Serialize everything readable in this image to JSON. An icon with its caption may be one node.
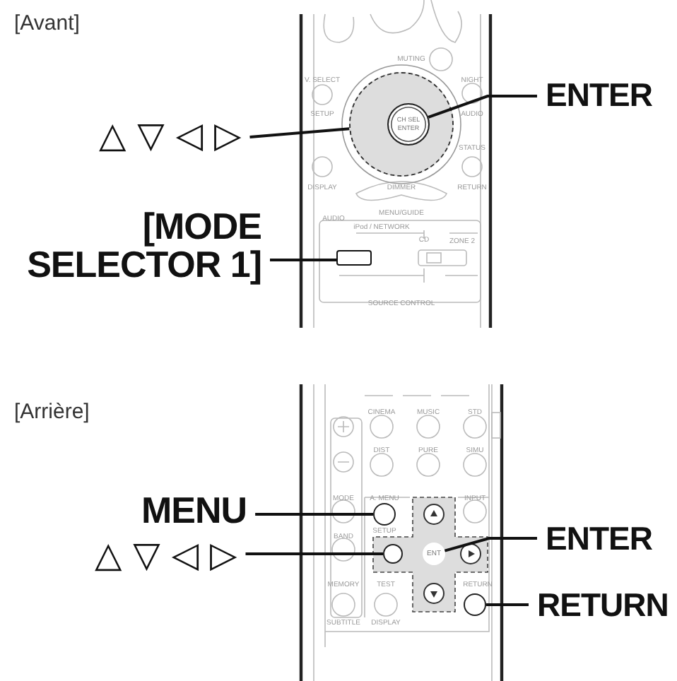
{
  "diagram": {
    "nodes": [
      {
        "text": [
          "△ ▽ ◁ ▷"
        ]
      },
      {
        "text": [],
        "shape": "circle"
      },
      {
        "text": [
          "ENTER"
        ]
      },
      {
        "text": [
          "CH SEL ENTER"
        ],
        "in": 1
      },
      {
        "text": [
          "[MODE SELECTOR 1]"
        ]
      },
      {
        "text": [],
        "shape": "box"
      },
      {
        "text": [
          "MENU"
        ]
      },
      {
        "text": [],
        "shape": "circle",
        "beside": [
          "A. MENU",
          "SETUP"
        ]
      },
      {
        "text": [
          "△ ▽ ◁ ▷"
        ]
      },
      {
        "text": [],
        "shape": "circle"
      },
      {
        "text": [
          "ENTER"
        ]
      },
      {
        "text": [
          "ENT"
        ]
      },
      {
        "text": [
          "RETURN"
        ]
      },
      {
        "text": [],
        "shape": "circle",
        "beside": [
          "RETURN"
        ]
      }
    ],
    "edges": [
      {
        "from": 0,
        "to": 1,
        "arrow": "none"
      },
      {
        "from": 2,
        "to": 3,
        "arrow": "none"
      },
      {
        "from": 4,
        "to": 5,
        "arrow": "none"
      },
      {
        "from": 6,
        "to": 7,
        "arrow": "none"
      },
      {
        "from": 8,
        "to": 9,
        "arrow": "none"
      },
      {
        "from": 10,
        "to": 11,
        "arrow": "none"
      },
      {
        "from": 12,
        "to": 13,
        "arrow": "none"
      }
    ],
    "labels": [
      "[Avant]",
      "[Arrière]",
      "MUTING",
      "V. SELECT",
      "NIGHT",
      "SETUP",
      "AUDIO",
      "STATUS",
      "DISPLAY",
      "DIMMER",
      "RETURN",
      "MENU/GUIDE",
      "AUDIO",
      "iPod / NETWORK",
      "CD",
      "ZONE 2",
      "SOURCE CONTROL",
      "CINEMA",
      "MUSIC",
      "STD",
      "DIST",
      "PURE",
      "SIMU",
      "MODE",
      "INPUT",
      "BAND",
      "MEMORY",
      "TEST",
      "SUBTITLE",
      "DISPLAY"
    ]
  }
}
